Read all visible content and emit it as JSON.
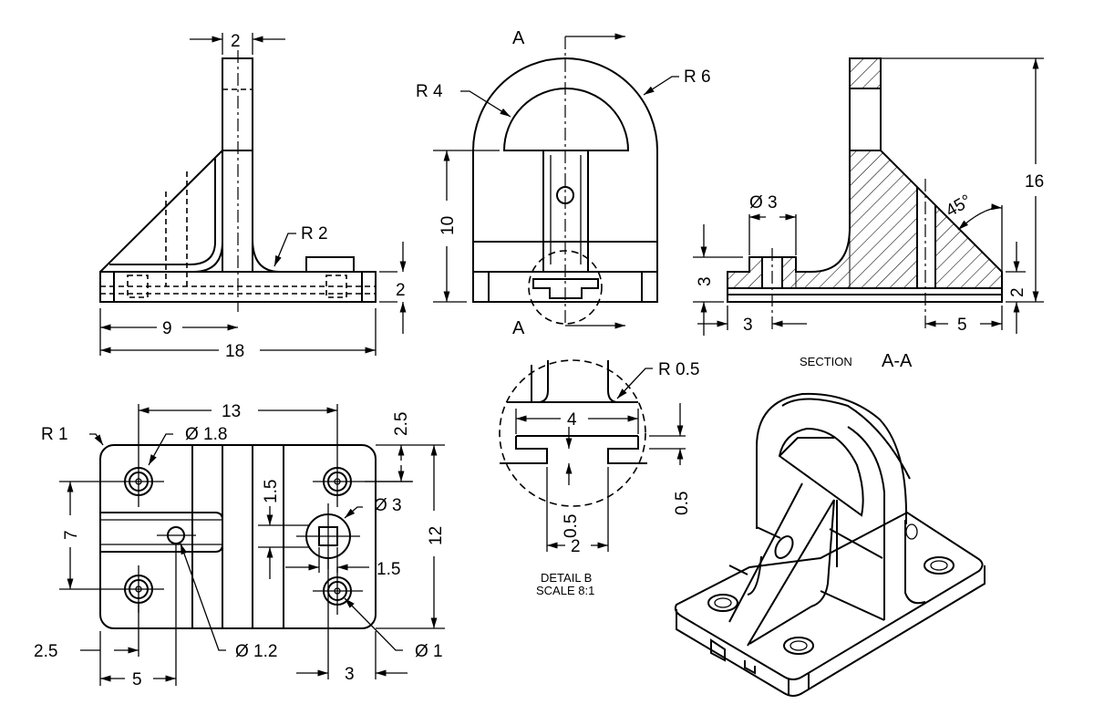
{
  "front_view": {
    "dim_rib_thickness": "2",
    "dim_radius_fillet": "R 2",
    "dim_base_height": "2",
    "dim_half_length": "9",
    "dim_total_length": "18"
  },
  "side_view": {
    "section_mark_top": "A",
    "section_mark_bottom": "A",
    "dim_inner_radius": "R 4",
    "dim_outer_radius": "R 6",
    "dim_height": "10"
  },
  "section_view": {
    "dim_bore_diameter": "Ø 3",
    "dim_boss_height": "3",
    "dim_boss_offset": "3",
    "dim_total_height": "16",
    "dim_angle": "45°",
    "dim_base_thickness": "2",
    "dim_rib_offset": "5",
    "label_prefix": "SECTION",
    "label_name": "A-A"
  },
  "top_view": {
    "dim_corner_radius": "R 1",
    "dim_hole_diameter": "Ø 1.8",
    "dim_hole_spacing_x": "13",
    "dim_edge_offset_top": "2.5",
    "dim_slot_width": "1.5",
    "dim_boss_diameter": "Ø 3",
    "dim_hole_spacing_y": "7",
    "dim_width": "12",
    "dim_square_side": "1.5",
    "dim_edge_offset_left": "2.5",
    "dim_small_hole": "Ø 1.2",
    "dim_pin_hole": "Ø 1",
    "dim_small_hole_x": "5",
    "dim_pin_offset": "3"
  },
  "detail_view": {
    "dim_radius": "R 0.5",
    "dim_slot_length": "4",
    "dim_slot_depth": "0.5",
    "dim_lip": "0.5",
    "dim_neck": "2",
    "label_name": "DETAIL    B",
    "label_scale": "SCALE  8:1"
  },
  "isometric_view": {
    "caption": ""
  }
}
